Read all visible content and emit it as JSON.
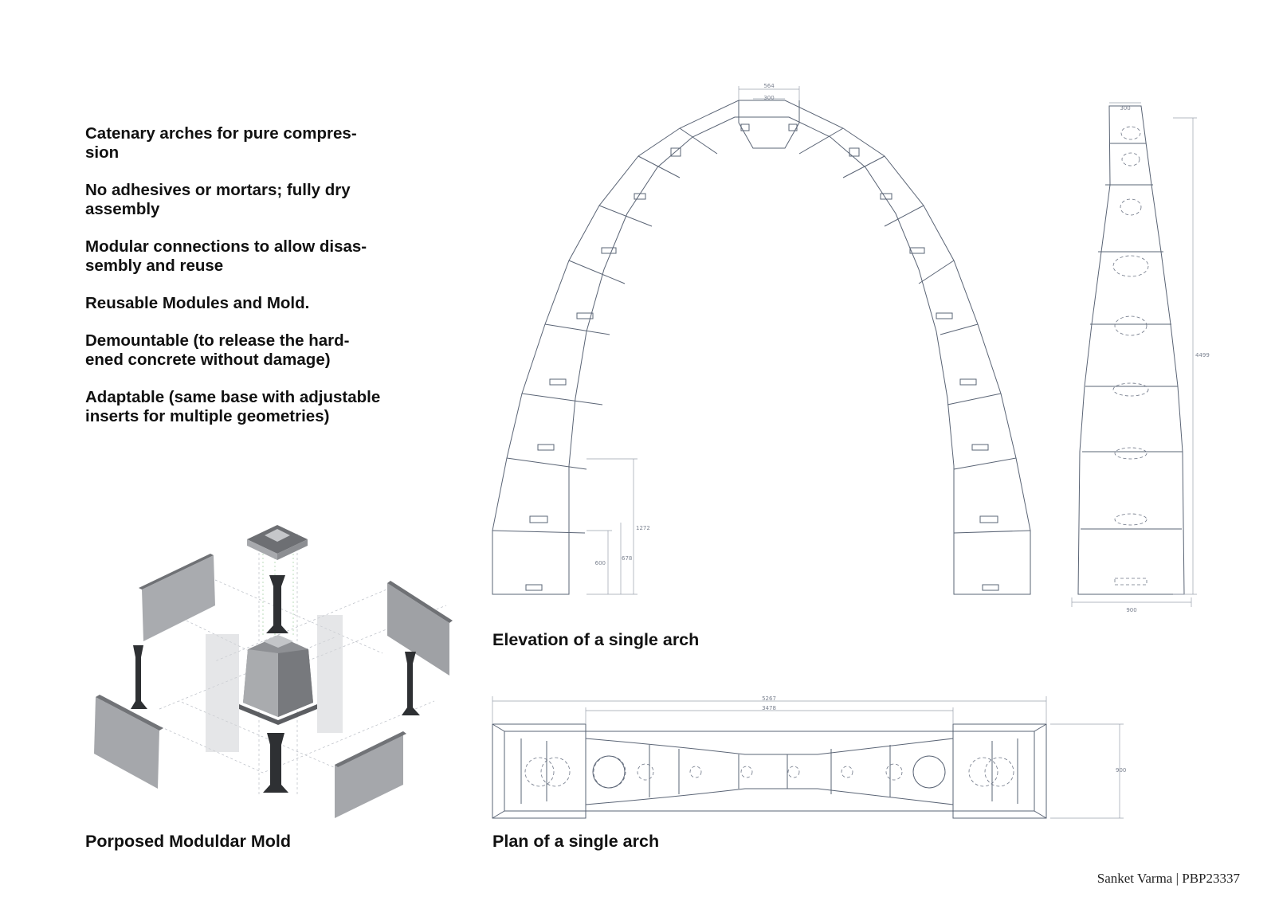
{
  "bullets": [
    "Catenary arches for pure compres-\nsion",
    "No adhesives or mortars; fully dry\nassembly",
    "Modular connections to allow disas-\nsembly and reuse",
    "Reusable Modules and Mold.",
    "Demountable (to release the hard-\nened concrete without damage)",
    "Adaptable (same base with adjustable\ninserts for multiple geometries)"
  ],
  "captions": {
    "mold": "Porposed Moduldar Mold",
    "elevation": "Elevation of a single arch",
    "plan": "Plan of a single arch"
  },
  "footer": "Sanket Varma | PBP23337",
  "dimensions": {
    "arch_top_outer": "564",
    "arch_top_inner": "300",
    "leg_1": "1272",
    "leg_2": "678",
    "leg_3": "600",
    "side_top": "300",
    "side_height": "4499",
    "side_bottom": "900",
    "plan_overall": "5267",
    "plan_inner": "3478",
    "plan_depth": "900"
  }
}
